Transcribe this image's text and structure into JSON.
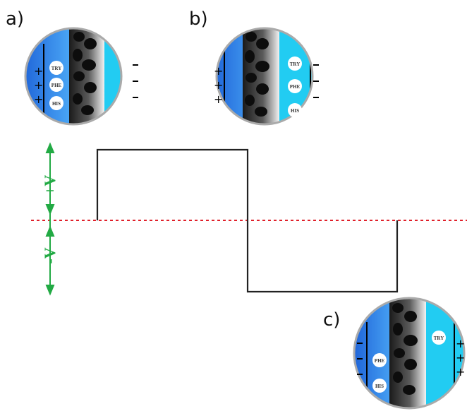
{
  "labels": {
    "a": "a)",
    "b": "b)",
    "c": "c)"
  },
  "voltage": {
    "positive": "+V",
    "negative": "-V"
  },
  "ions": {
    "a": [
      "TRY",
      "PHE",
      "HIS"
    ],
    "b": [
      "TRY",
      "PHE",
      "HIS"
    ],
    "c": [
      "TRY",
      "PHE",
      "HIS"
    ]
  },
  "colors": {
    "left_chamber": "#3a8ff0",
    "right_chamber": "#22ccf2",
    "membrane_dark": "#2a2a2a",
    "waveform": "#222222",
    "zero_line": "#e0202a",
    "arrow": "#22aa44"
  }
}
